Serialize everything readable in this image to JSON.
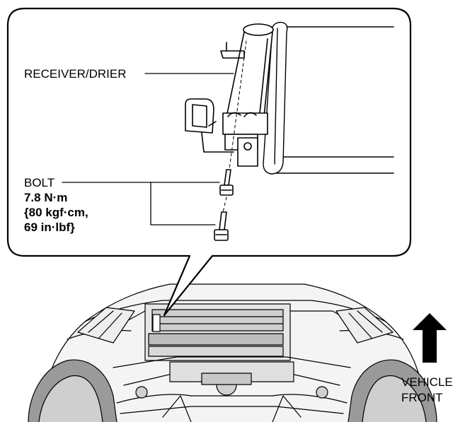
{
  "labels": {
    "receiver_drier": "RECEIVER/DRIER",
    "bolt": "BOLT",
    "torque_line1": "7.8 N·m",
    "torque_line2": "{80 kgf·cm,",
    "torque_line3": "69 in·lbf}",
    "vehicle": "VEHICLE",
    "front": "FRONT"
  },
  "icons": {
    "direction_arrow": "up-arrow-icon"
  },
  "colors": {
    "line": "#000000",
    "background": "#ffffff",
    "body_shade": "#dcdcdc"
  }
}
